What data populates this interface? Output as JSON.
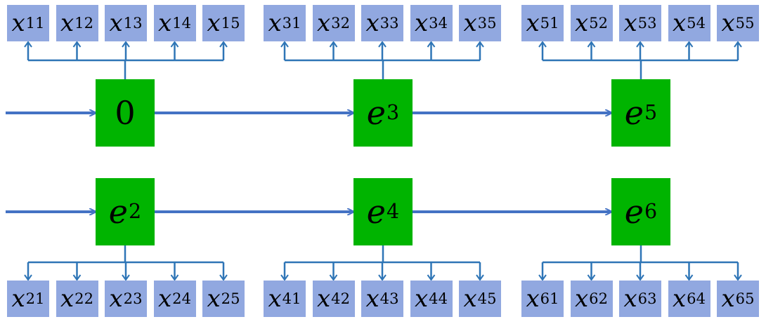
{
  "colors": {
    "node_fill": "#00b400",
    "var_fill": "#91a8e0",
    "arrow": "#4472c4",
    "wire": "#2e75b6"
  },
  "rows": [
    {
      "nodes": [
        {
          "v": "0",
          "s": "",
          "plain": true,
          "vars": [
            [
              "x",
              "11"
            ],
            [
              "x",
              "12"
            ],
            [
              "x",
              "13"
            ],
            [
              "x",
              "14"
            ],
            [
              "x",
              "15"
            ]
          ]
        },
        {
          "v": "e",
          "s": "3",
          "plain": false,
          "vars": [
            [
              "x",
              "31"
            ],
            [
              "x",
              "32"
            ],
            [
              "x",
              "33"
            ],
            [
              "x",
              "34"
            ],
            [
              "x",
              "35"
            ]
          ]
        },
        {
          "v": "e",
          "s": "5",
          "plain": false,
          "vars": [
            [
              "x",
              "51"
            ],
            [
              "x",
              "52"
            ],
            [
              "x",
              "53"
            ],
            [
              "x",
              "54"
            ],
            [
              "x",
              "55"
            ]
          ]
        }
      ]
    },
    {
      "nodes": [
        {
          "v": "e",
          "s": "2",
          "plain": false,
          "vars": [
            [
              "x",
              "21"
            ],
            [
              "x",
              "22"
            ],
            [
              "x",
              "23"
            ],
            [
              "x",
              "24"
            ],
            [
              "x",
              "25"
            ]
          ]
        },
        {
          "v": "e",
          "s": "4",
          "plain": false,
          "vars": [
            [
              "x",
              "41"
            ],
            [
              "x",
              "42"
            ],
            [
              "x",
              "43"
            ],
            [
              "x",
              "44"
            ],
            [
              "x",
              "45"
            ]
          ]
        },
        {
          "v": "e",
          "s": "6",
          "plain": false,
          "vars": [
            [
              "x",
              "61"
            ],
            [
              "x",
              "62"
            ],
            [
              "x",
              "63"
            ],
            [
              "x",
              "64"
            ],
            [
              "x",
              "65"
            ]
          ]
        }
      ]
    }
  ]
}
